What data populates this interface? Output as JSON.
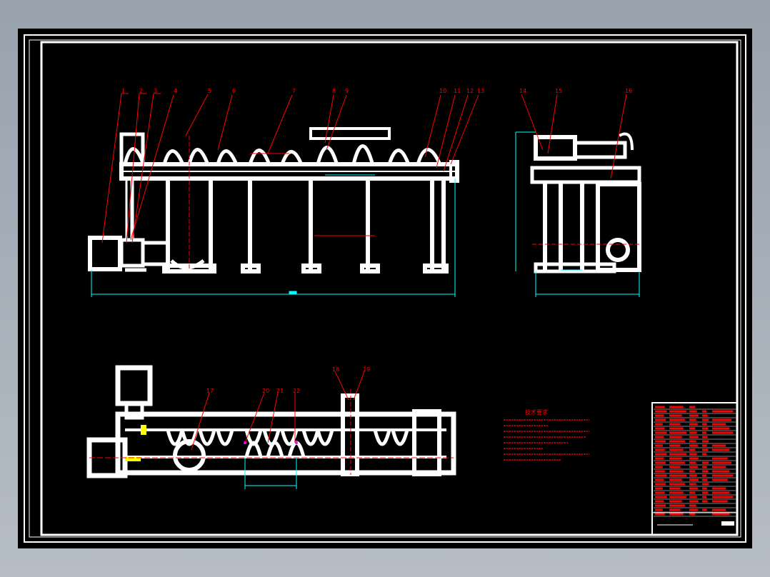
{
  "viewport": {
    "background": "#a3acb7"
  },
  "colors": {
    "sheet": "#000000",
    "frame": "#ffffff",
    "geometry": "#ffffff",
    "annotation": "#ff0000",
    "dimension": "#00ffff",
    "highlight": "#ffff00",
    "magenta": "#ff00ff"
  },
  "front_view": {
    "balloons": [
      "1",
      "2",
      "3",
      "4",
      "5",
      "6",
      "7",
      "8",
      "9",
      "10",
      "11",
      "12",
      "13"
    ]
  },
  "side_view": {
    "balloons": [
      "14",
      "15",
      "16"
    ]
  },
  "top_view": {
    "balloons_upper": [
      "18",
      "19"
    ],
    "balloons_lower": [
      "17",
      "20",
      "21",
      "22"
    ]
  },
  "technical_notes": {
    "title": "技术要求"
  },
  "title_block": {
    "row_count": 26
  }
}
